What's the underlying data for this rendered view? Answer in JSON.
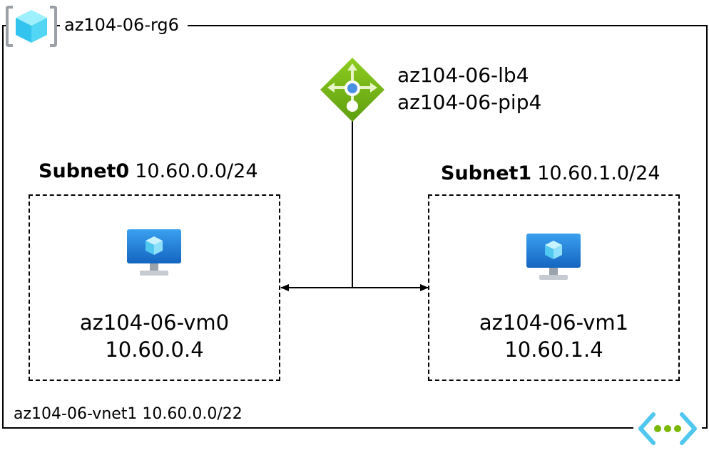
{
  "resource_group": {
    "name": "az104-06-rg6",
    "icon": "resource-group-icon"
  },
  "load_balancer": {
    "name": "az104-06-lb4",
    "public_ip": "az104-06-pip4",
    "icon": "load-balancer-icon"
  },
  "subnets": [
    {
      "name": "Subnet0",
      "cidr": "10.60.0.0/24",
      "vm": {
        "name": "az104-06-vm0",
        "ip": "10.60.0.4",
        "icon": "virtual-machine-icon"
      }
    },
    {
      "name": "Subnet1",
      "cidr": "10.60.1.0/24",
      "vm": {
        "name": "az104-06-vm1",
        "ip": "10.60.1.4",
        "icon": "virtual-machine-icon"
      }
    }
  ],
  "vnet": {
    "label": "az104-06-vnet1 10.60.0.0/22",
    "icon": "virtual-network-icon"
  },
  "colors": {
    "lb_green": "#7FBA00",
    "vm_blue": "#1E88E5",
    "vnet_blue": "#50C7F0",
    "vnet_green": "#7AB800"
  }
}
